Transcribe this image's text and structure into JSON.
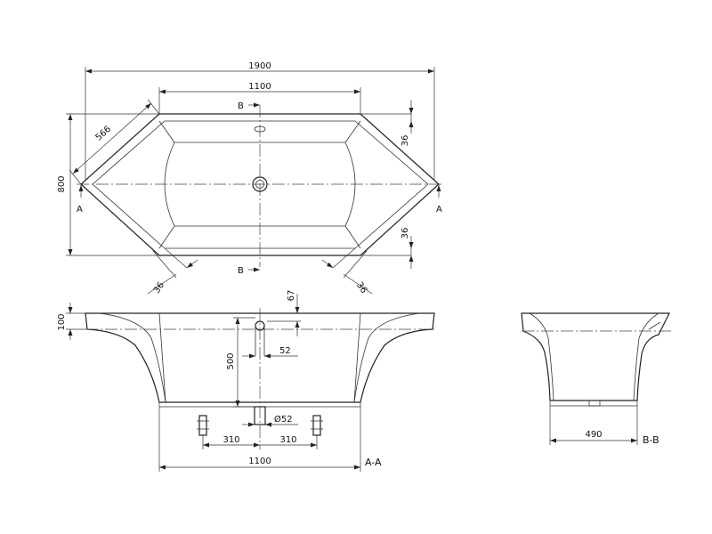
{
  "plan_view": {
    "overall_width": "1900",
    "inner_width": "1100",
    "depth": "800",
    "diagonal": "566",
    "rim_top": "36",
    "rim_bottom": "36",
    "rim_left": "36",
    "rim_right": "36",
    "section_b_top": "B",
    "section_b_bottom": "B",
    "section_a_left": "A",
    "section_a_right": "A"
  },
  "section_a": {
    "rim_height": "100",
    "top_offset": "67",
    "inner_depth": "500",
    "overflow_dist": "52",
    "drain_diameter": "Ø52",
    "foot_left": "310",
    "foot_right": "310",
    "bottom_width": "1100",
    "label": "A-A"
  },
  "section_b": {
    "bottom_width": "490",
    "label": "B-B"
  }
}
